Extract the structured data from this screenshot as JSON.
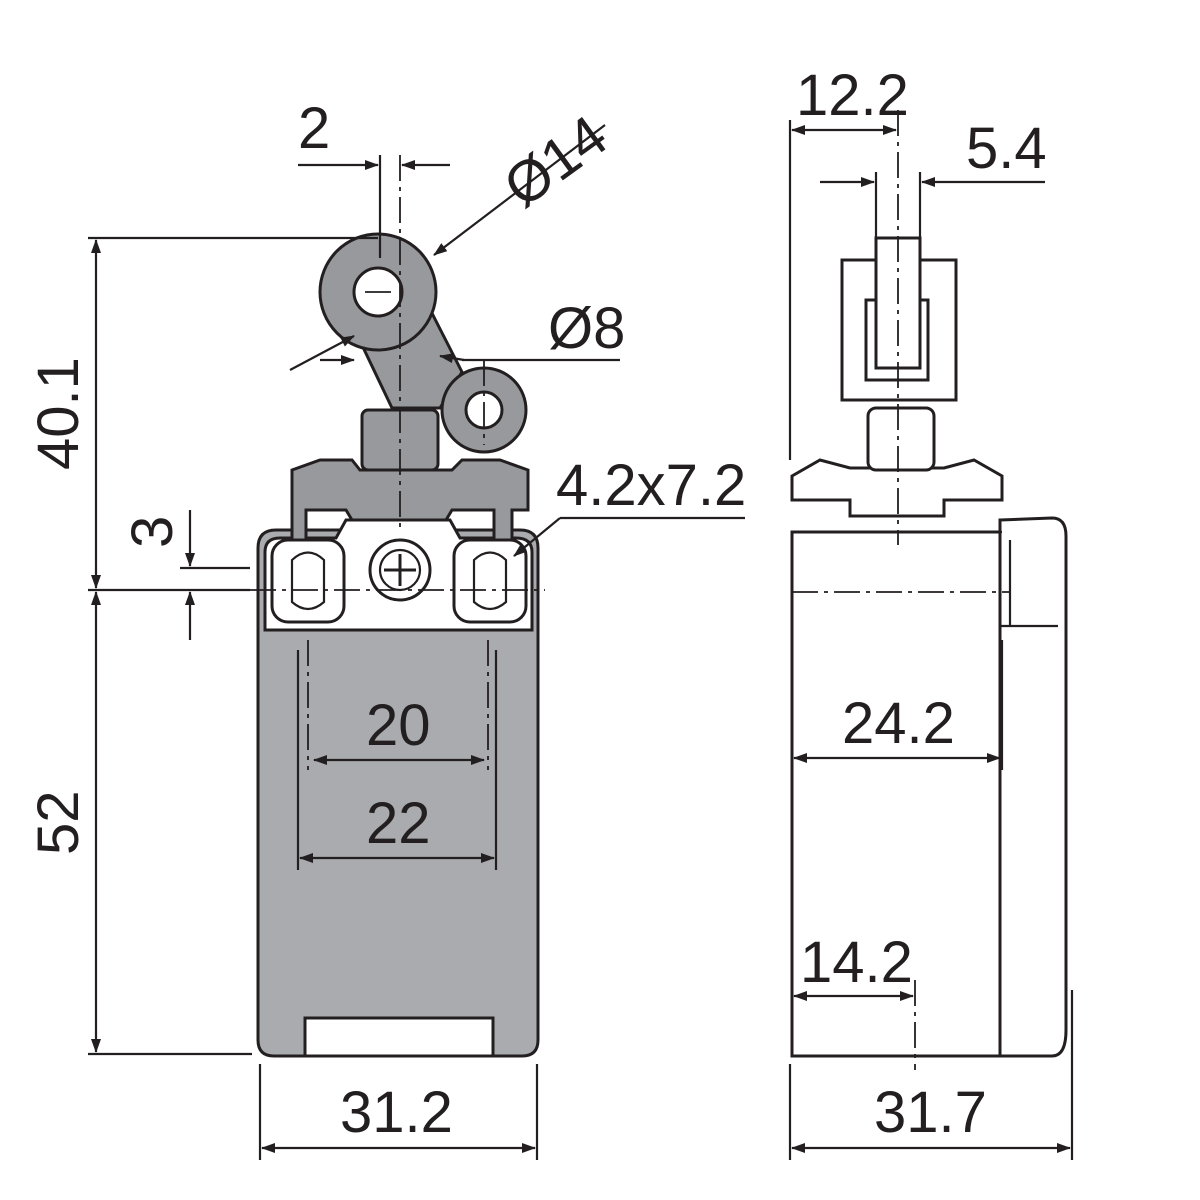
{
  "front_view": {
    "roller_offset": "2",
    "roller_diameter": "Ø14",
    "shaft_diameter": "Ø8",
    "slot_size": "4.2x7.2",
    "actuator_height": "40.1",
    "mount_offset": "3",
    "body_height": "52",
    "hole_spacing_inner": "20",
    "hole_spacing_outer": "22",
    "body_width": "31.2"
  },
  "side_view": {
    "actuator_offset": "12.2",
    "roller_width": "5.4",
    "mount_depth": "24.2",
    "bottom_offset": "14.2",
    "body_depth": "31.7"
  }
}
